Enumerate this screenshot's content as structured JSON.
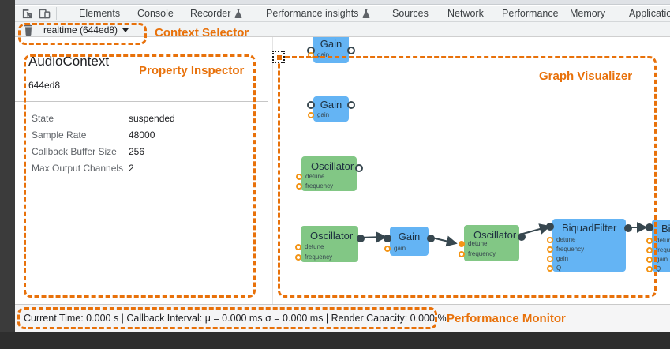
{
  "tabs": [
    "Elements",
    "Console",
    "Recorder",
    "Performance insights",
    "Sources",
    "Network",
    "Performance",
    "Memory",
    "Application"
  ],
  "context_selector": {
    "value": "realtime (644ed8)"
  },
  "inspector": {
    "title": "AudioContext",
    "id": "644ed8",
    "rows": [
      {
        "label": "State",
        "value": "suspended"
      },
      {
        "label": "Sample Rate",
        "value": "48000"
      },
      {
        "label": "Callback Buffer Size",
        "value": "256"
      },
      {
        "label": "Max Output Channels",
        "value": "2"
      }
    ]
  },
  "graph": {
    "nodes": [
      {
        "title": "Gain",
        "type": "gain",
        "params": [
          "gain"
        ]
      },
      {
        "title": "Gain",
        "type": "gain",
        "params": [
          "gain"
        ]
      },
      {
        "title": "Oscillator",
        "type": "source",
        "params": [
          "detune",
          "frequency"
        ]
      },
      {
        "title": "Oscillator",
        "type": "source",
        "params": [
          "detune",
          "frequency"
        ]
      },
      {
        "title": "Gain",
        "type": "gain",
        "params": [
          "gain"
        ]
      },
      {
        "title": "Oscillator",
        "type": "source",
        "params": [
          "detune",
          "frequency"
        ]
      },
      {
        "title": "BiquadFilter",
        "type": "filter",
        "params": [
          "detune",
          "frequency",
          "gain",
          "Q"
        ]
      },
      {
        "title": "BiquadFilter",
        "type": "filter",
        "params": [
          "detune",
          "frequency",
          "gain",
          "Q"
        ]
      }
    ],
    "edges": [
      "Oscillator->Gain",
      "Gain->Oscillator.detune",
      "Oscillator->BiquadFilter",
      "BiquadFilter->BiquadFilter"
    ]
  },
  "status_bar": {
    "text": "Current Time: 0.000 s | Callback Interval: μ = 0.000 ms σ = 0.000 ms | Render Capacity: 0.000 %"
  },
  "annotations": {
    "context_selector": "Context Selector",
    "property_inspector": "Property Inspector",
    "graph_visualizer": "Graph Visualizer",
    "performance_monitor": "Performance Monitor"
  },
  "colors": {
    "annotation_orange": "#e8710a",
    "node_green": "#82c785",
    "node_blue": "#64b4f4",
    "port_dark": "#37474f",
    "param_orange": "#f39416"
  }
}
